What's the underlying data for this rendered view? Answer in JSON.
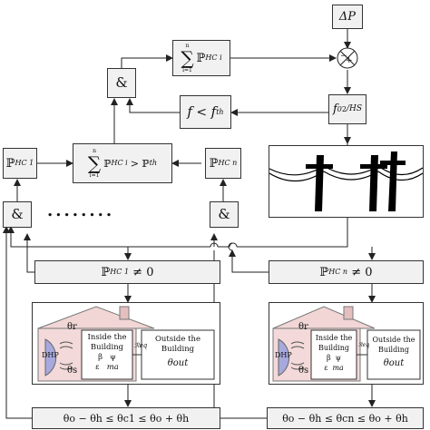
{
  "delta_p": "ΔP",
  "minus_sign": "−",
  "plus_sign": "+",
  "gain": {
    "f": "f",
    "sub": "0",
    "sup": "2",
    "den": "/HS"
  },
  "sum_top": {
    "sym": "∑",
    "up": "n",
    "low": "i=1",
    "P": "ℙ",
    "sub": "HC i"
  },
  "sum_mid": {
    "sym": "∑",
    "up": "n",
    "low": "i=1",
    "P": "ℙ",
    "sub": "HC i",
    "rel": "> ℙ",
    "thsub": "th"
  },
  "freq_cond": {
    "f": "f",
    "lt": " < ",
    "f2": "f",
    "sub": "th"
  },
  "and_label": "&",
  "hc1": {
    "P": "ℙ",
    "sub": "HC 1"
  },
  "hcn": {
    "P": "ℙ",
    "sub": "HC n"
  },
  "hc1_neq": {
    "P": "ℙ",
    "sub": "HC 1",
    "rel": " ≠ 0"
  },
  "hcn_neq": {
    "P": "ℙ",
    "sub": "HC n",
    "rel": " ≠ 0"
  },
  "dots": "........",
  "building": {
    "dhp": "DHP",
    "theta_r": "θr",
    "theta_s": "θs",
    "inside_l1": "Inside the",
    "inside_l2": "Building",
    "beta": "β",
    "psi": "ψ",
    "eps": "ε",
    "m_a": "ma",
    "r_eq": "ℛeq",
    "outside_l1": "Outside the",
    "outside_l2": "Building",
    "theta_out": "θout"
  },
  "constraint_1": "θo − θh ≤ θc1 ≤ θo + θh",
  "constraint_n": "θo − θh ≤ θcn ≤ θo + θh"
}
